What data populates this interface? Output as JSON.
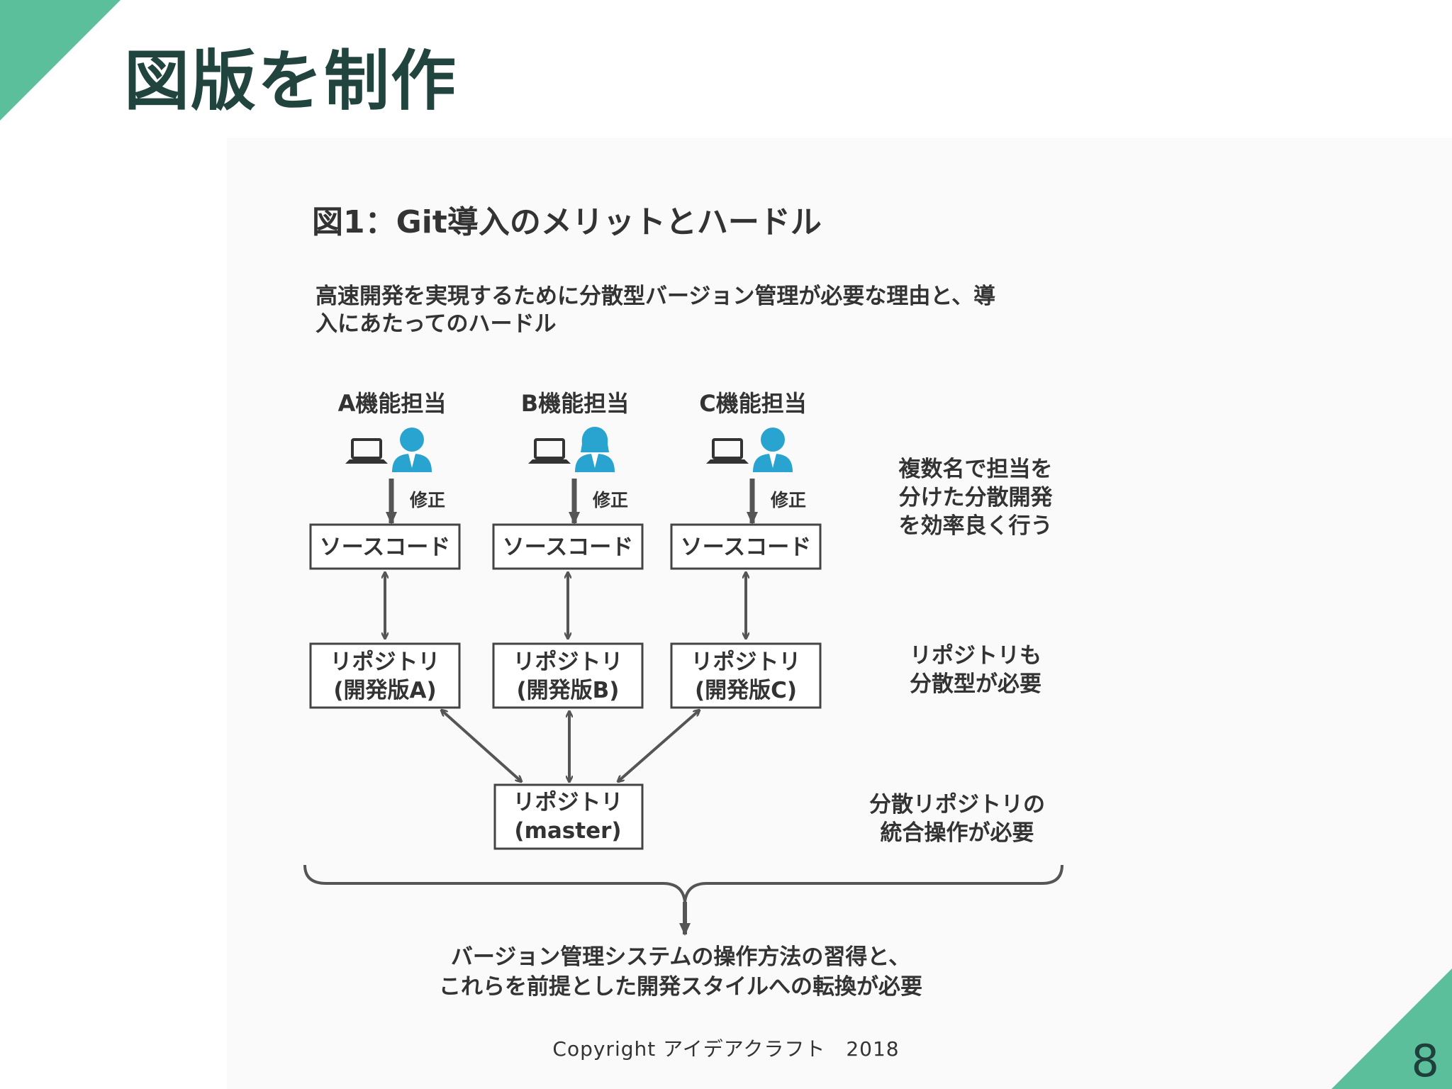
{
  "slide": {
    "title": "図版を制作",
    "page_number": "8",
    "copyright": "Copyright アイデアクラフト　2018"
  },
  "figure": {
    "heading": "図1：Git導入のメリットとハードル",
    "subtitle_lines": [
      "高速開発を実現するために分散型バージョン管理が必要な理由と、導",
      "入にあたってのハードル"
    ],
    "columns": [
      {
        "owner": "A機能担当",
        "person_icon": "male-user-icon",
        "action": "修正",
        "source": "ソースコード",
        "repo_lines": [
          "リポジトリ",
          "(開発版A)"
        ]
      },
      {
        "owner": "B機能担当",
        "person_icon": "female-user-icon",
        "action": "修正",
        "source": "ソースコード",
        "repo_lines": [
          "リポジトリ",
          "(開発版B)"
        ]
      },
      {
        "owner": "C機能担当",
        "person_icon": "male-user-icon",
        "action": "修正",
        "source": "ソースコード",
        "repo_lines": [
          "リポジトリ",
          "(開発版C)"
        ]
      }
    ],
    "master_lines": [
      "リポジトリ",
      "(master)"
    ],
    "notes": [
      [
        "複数名で担当を",
        "分けた分散開発",
        "を効率良く行う"
      ],
      [
        "リポジトリも",
        "分散型が必要"
      ],
      [
        "分散リポジトリの",
        "統合操作が必要"
      ]
    ],
    "conclusion_lines": [
      "バージョン管理システムの操作方法の習得と、",
      "これらを前提とした開発スタイルへの転換が必要"
    ]
  },
  "colors": {
    "accent": "#5cbf9b",
    "title": "#22443f",
    "icon_blue": "#29a3cf",
    "arrow": "#555555",
    "text": "#333333"
  }
}
